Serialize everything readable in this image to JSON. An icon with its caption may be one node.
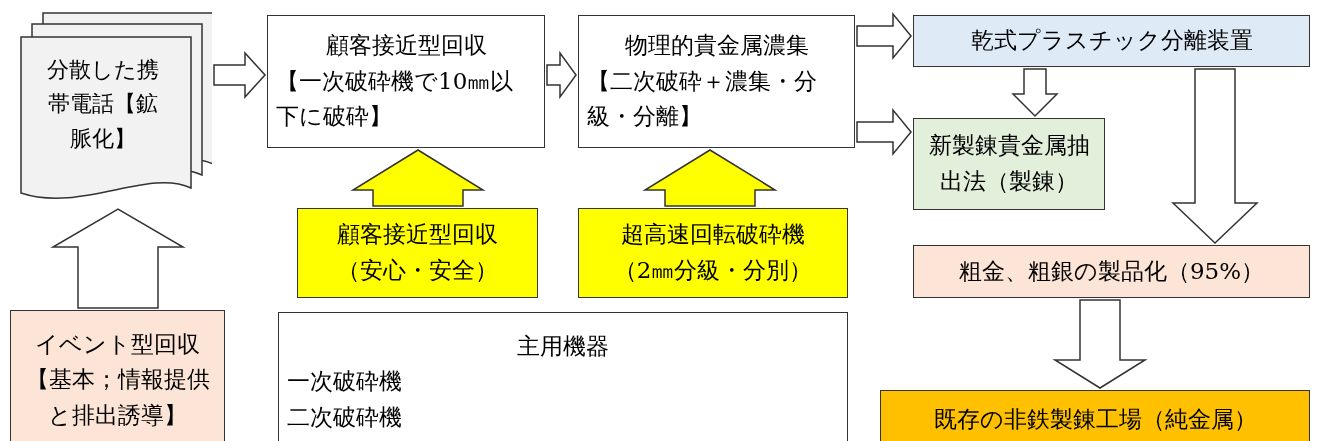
{
  "diagram": {
    "nodes": [
      {
        "text": [
          "分散した携帯電話【鉱脈化】"
        ]
      },
      {
        "text": [
          "顧客接近型回収",
          "【一次破砕機で10㎜以下に破砕】"
        ]
      },
      {
        "text": [
          "物理的貴金属濃集",
          "【二次破砕＋濃集・分級・分離】"
        ]
      },
      {
        "text": [
          "乾式プラスチック分離装置"
        ]
      },
      {
        "text": [
          "新製錬貴金属抽出法（製錬）"
        ]
      },
      {
        "text": [
          "顧客接近型回収",
          "（安心・安全）"
        ]
      },
      {
        "text": [
          "超高速回転破砕機",
          "（2㎜分級・分別）"
        ]
      },
      {
        "text": [
          "粗金、粗銀の製品化（95%）"
        ]
      },
      {
        "text": [
          "イベント型回収",
          "【基本；情報提供と排出誘導】"
        ]
      },
      {
        "text": [
          "主用機器",
          "一次破砕機",
          "二次破砕機"
        ]
      },
      {
        "text": [
          "既存の非鉄製錬工場（純金属）"
        ]
      }
    ],
    "edges": [
      {
        "from": 0,
        "to": 1,
        "arrow": "to"
      },
      {
        "from": 1,
        "to": 2,
        "arrow": "to"
      },
      {
        "from": 2,
        "to": 3,
        "arrow": "to"
      },
      {
        "from": 2,
        "to": 4,
        "arrow": "to"
      },
      {
        "from": 3,
        "to": 4,
        "arrow": "to"
      },
      {
        "from": 3,
        "to": 7,
        "arrow": "to"
      },
      {
        "from": 7,
        "to": 10,
        "arrow": "to"
      },
      {
        "from": 5,
        "to": 1,
        "arrow": "to",
        "color": "#ffff00"
      },
      {
        "from": 6,
        "to": 2,
        "arrow": "to",
        "color": "#ffff00"
      },
      {
        "from": 8,
        "to": 0,
        "arrow": "to"
      }
    ]
  }
}
